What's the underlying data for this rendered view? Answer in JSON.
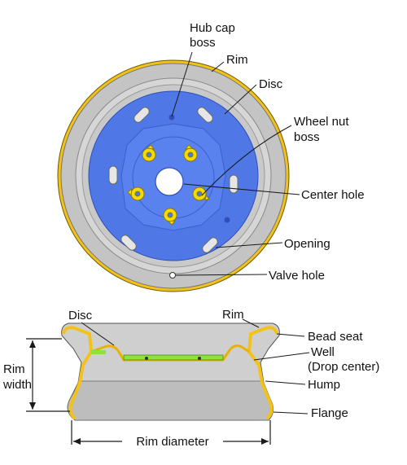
{
  "front_view": {
    "labels": {
      "hub_cap_boss": [
        "Hub cap",
        "boss"
      ],
      "rim": "Rim",
      "disc": "Disc",
      "wheel_nut_boss": [
        "Wheel nut",
        "boss"
      ],
      "center_hole": "Center hole",
      "opening": "Opening",
      "valve_hole": "Valve hole"
    }
  },
  "cross_section": {
    "labels": {
      "disc": "Disc",
      "rim": "Rim",
      "bead_seat": "Bead seat",
      "well": [
        "Well",
        "(Drop center)"
      ],
      "hump": "Hump",
      "flange": "Flange",
      "rim_width": [
        "Rim",
        "width"
      ],
      "rim_diameter": "Rim diameter"
    }
  },
  "colors": {
    "disc_blue": "#4f78e6",
    "disc_blue_dark": "#3a5fd0",
    "rim_grey": "#c4c4c4",
    "rim_grey_light": "#dcdcdc",
    "rim_yellow": "#f3c21a",
    "nut_boss_yellow": "#f4dc00",
    "disc_green": "#8ee23c"
  }
}
